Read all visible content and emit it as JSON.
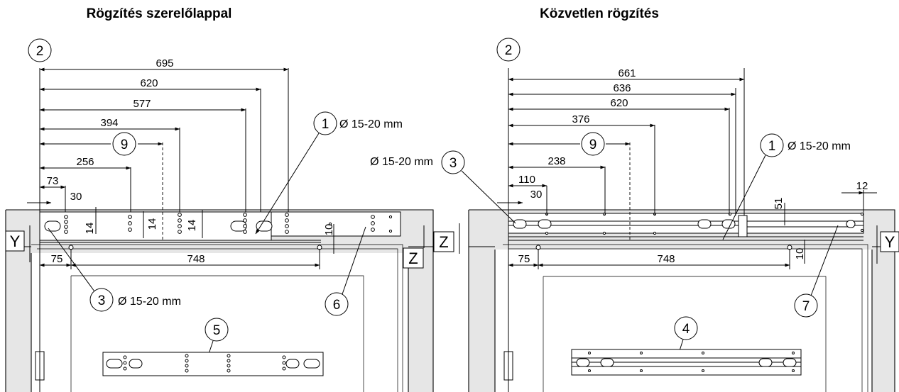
{
  "left": {
    "title": "Rögzítés szerelőlappal",
    "dims": [
      "695",
      "620",
      "577",
      "394",
      "256",
      "73",
      "30",
      "14",
      "14",
      "10",
      "75",
      "748"
    ],
    "callouts": [
      "2",
      "1",
      "9",
      "3",
      "5",
      "6"
    ],
    "notes": [
      "Ø 15-20 mm",
      "Ø 15-20 mm",
      "Ø 15-20 mm"
    ],
    "axis_letters": [
      "Y",
      "Z"
    ]
  },
  "right": {
    "title": "Közvetlen rögzítés",
    "dims": [
      "661",
      "636",
      "620",
      "376",
      "238",
      "110",
      "30",
      "12",
      "51",
      "75",
      "748",
      "10"
    ],
    "callouts": [
      "2",
      "9",
      "3",
      "1",
      "4",
      "7"
    ],
    "notes": [
      "Ø 15-20 mm"
    ],
    "axis_letters": [
      "Z",
      "Y"
    ]
  }
}
